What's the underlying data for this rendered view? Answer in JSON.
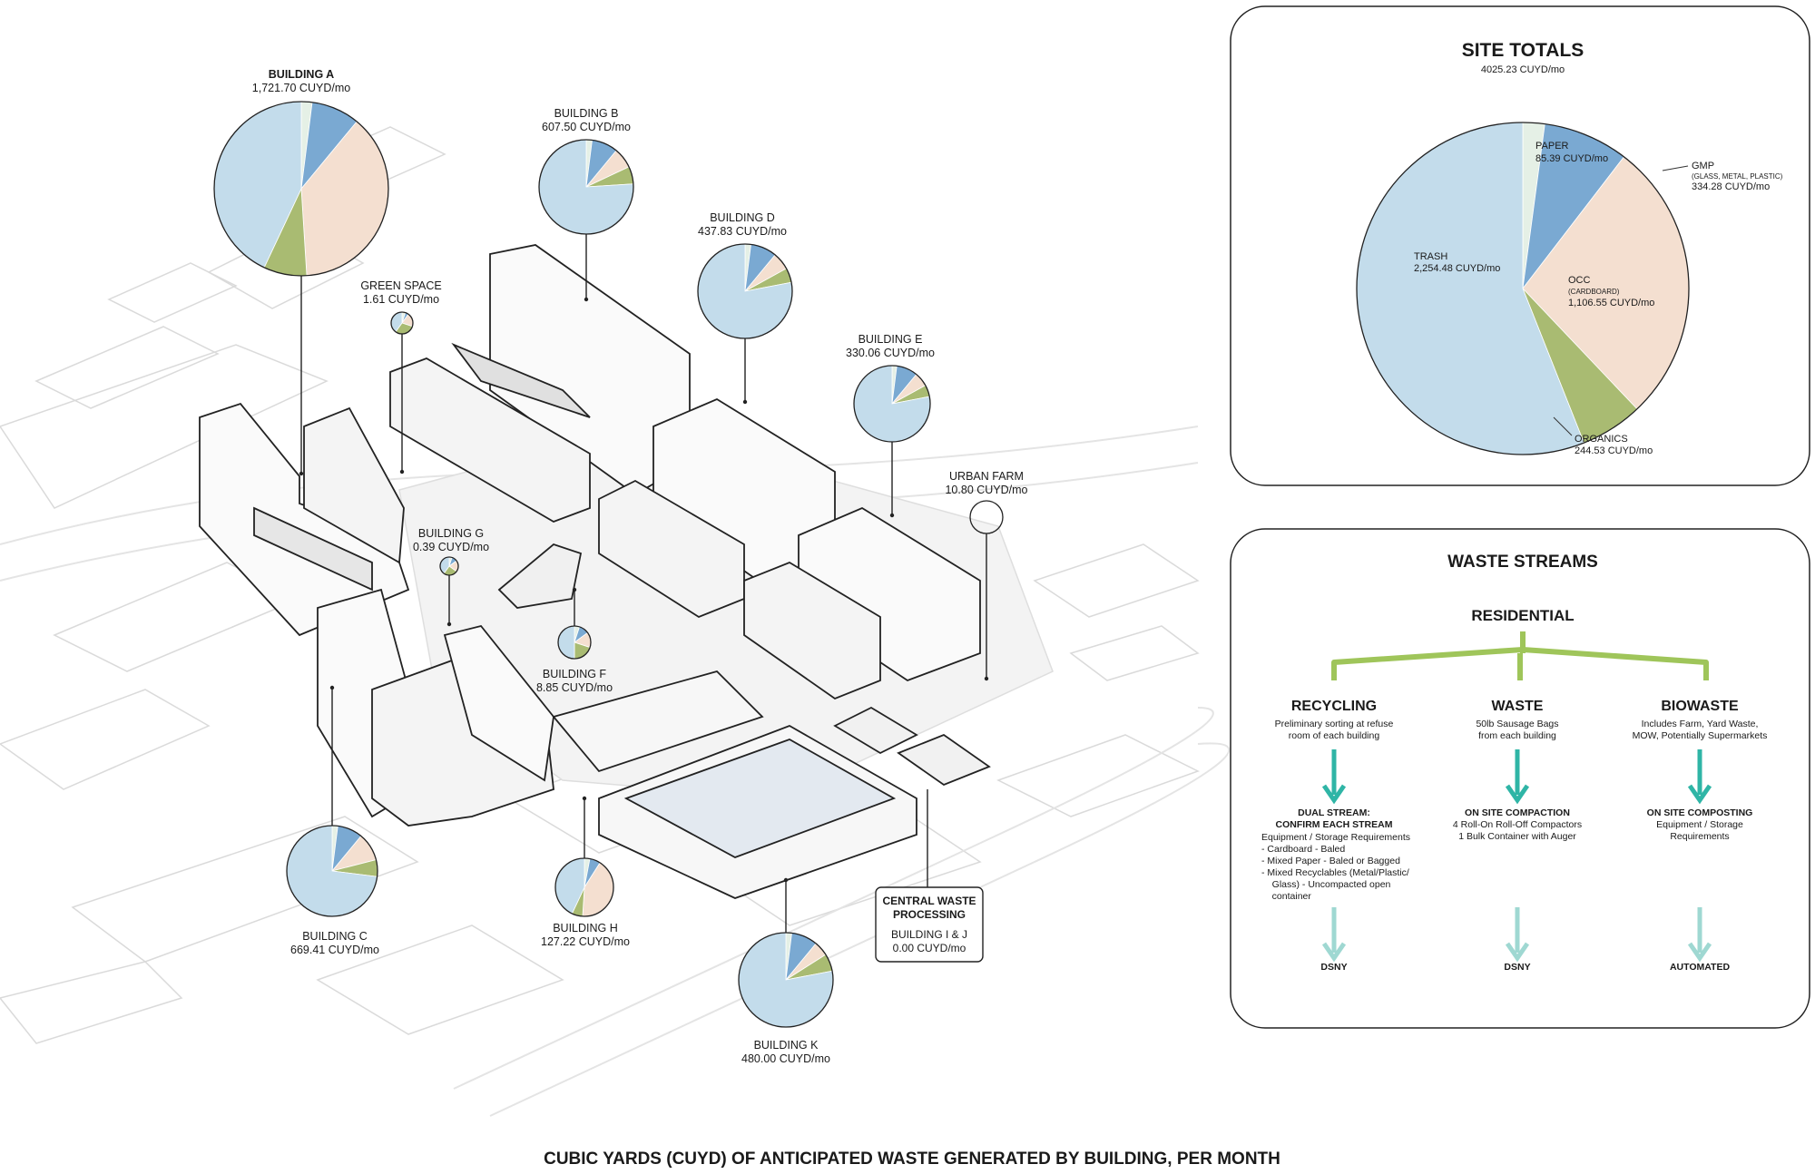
{
  "caption": "CUBIC YARDS (CUYD) OF ANTICIPATED WASTE GENERATED BY BUILDING, PER MONTH",
  "colors": {
    "trash": "#c3dceb",
    "paper": "#e5f0e6",
    "gmp": "#7aa9d2",
    "occ": "#f4dfd0",
    "organics": "#a9bb72",
    "recycling_arrow": "#2fb5a6",
    "dsny_arrow": "#9fd8d2",
    "stream_branch": "#9fc55a",
    "urban_farm": "#a9bb72"
  },
  "buildings": [
    {
      "id": "a",
      "name": "BUILDING A",
      "value": "1,721.70 CUYD/mo"
    },
    {
      "id": "b",
      "name": "BUILDING B",
      "value": "607.50 CUYD/mo"
    },
    {
      "id": "d",
      "name": "BUILDING D",
      "value": "437.83 CUYD/mo"
    },
    {
      "id": "e",
      "name": "BUILDING E",
      "value": "330.06 CUYD/mo"
    },
    {
      "id": "gs",
      "name": "GREEN SPACE",
      "value": "1.61 CUYD/mo"
    },
    {
      "id": "uf",
      "name": "URBAN FARM",
      "value": "10.80 CUYD/mo"
    },
    {
      "id": "g",
      "name": "BUILDING G",
      "value": "0.39 CUYD/mo"
    },
    {
      "id": "f",
      "name": "BUILDING F",
      "value": "8.85 CUYD/mo"
    },
    {
      "id": "c",
      "name": "BUILDING C",
      "value": "669.41 CUYD/mo"
    },
    {
      "id": "h",
      "name": "BUILDING H",
      "value": "127.22 CUYD/mo"
    },
    {
      "id": "k",
      "name": "BUILDING K",
      "value": "480.00 CUYD/mo"
    }
  ],
  "central": {
    "title1": "CENTRAL WASTE",
    "title2": "PROCESSING",
    "name": "BUILDING I & J",
    "value": "0.00 CUYD/mo"
  },
  "chart_data": {
    "type": "pie",
    "title": "SITE TOTALS",
    "subtitle": "4025.23 CUYD/mo",
    "slices": [
      {
        "label": "PAPER",
        "value": 85.39,
        "value_text": "85.39 CUYD/mo",
        "color": "#e5f0e6"
      },
      {
        "label": "GMP",
        "sublabel": "(GLASS, METAL, PLASTIC)",
        "value": 334.28,
        "value_text": "334.28 CUYD/mo",
        "color": "#7aa9d2"
      },
      {
        "label": "OCC",
        "sublabel": "(CARDBOARD)",
        "value": 1106.55,
        "value_text": "1,106.55 CUYD/mo",
        "color": "#f4dfd0"
      },
      {
        "label": "ORGANICS",
        "value": 244.53,
        "value_text": "244.53 CUYD/mo",
        "color": "#a9bb72"
      },
      {
        "label": "TRASH",
        "value": 2254.48,
        "value_text": "2,254.48 CUYD/mo",
        "color": "#c3dceb"
      }
    ]
  },
  "waste_streams": {
    "title": "WASTE STREAMS",
    "root": "RESIDENTIAL",
    "streams": [
      {
        "title": "RECYCLING",
        "desc1": "Preliminary sorting at refuse",
        "desc2": "room of each building",
        "step_title1": "DUAL STREAM:",
        "step_title2": "CONFIRM EACH STREAM",
        "step_lines": [
          "Equipment / Storage Requirements",
          "-   Cardboard - Baled",
          "-   Mixed Paper - Baled or Bagged",
          "-   Mixed Recyclables (Metal/Plastic/",
          "    Glass) - Uncompacted open",
          "    container"
        ],
        "end": "DSNY"
      },
      {
        "title": "WASTE",
        "desc1": "50lb Sausage Bags",
        "desc2": "from each building",
        "step_title1": "ON SITE COMPACTION",
        "step_title2": "",
        "step_lines": [
          "4 Roll-On Roll-Off Compactors",
          "1 Bulk Container with Auger"
        ],
        "end": "DSNY"
      },
      {
        "title": "BIOWASTE",
        "desc1": "Includes Farm, Yard Waste,",
        "desc2": "MOW, Potentially Supermarkets",
        "step_title1": "ON SITE COMPOSTING",
        "step_title2": "",
        "step_lines": [
          "Equipment / Storage",
          "Requirements"
        ],
        "end": "AUTOMATED"
      }
    ]
  }
}
